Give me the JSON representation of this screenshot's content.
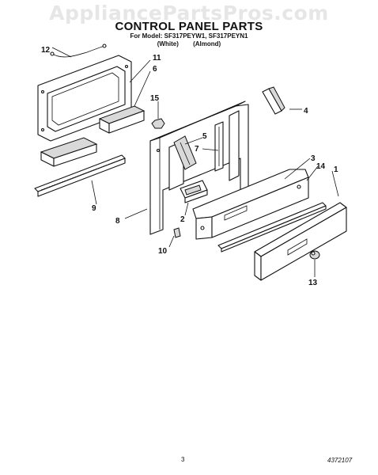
{
  "watermark": "AppliancePartsPros.com",
  "title": "CONTROL PANEL PARTS",
  "model_line": "For Model: SF317PEYW1, SF317PEYN1",
  "finishes": [
    "(White)",
    "(Almond)"
  ],
  "callouts": {
    "c1": "1",
    "c2": "2",
    "c3": "3",
    "c4": "4",
    "c5": "5",
    "c6": "6",
    "c7": "7",
    "c8": "8",
    "c9": "9",
    "c10": "10",
    "c11": "11",
    "c12": "12",
    "c13": "13",
    "c14": "14",
    "c15": "15"
  },
  "page_number": "3",
  "doc_number": "4372107"
}
